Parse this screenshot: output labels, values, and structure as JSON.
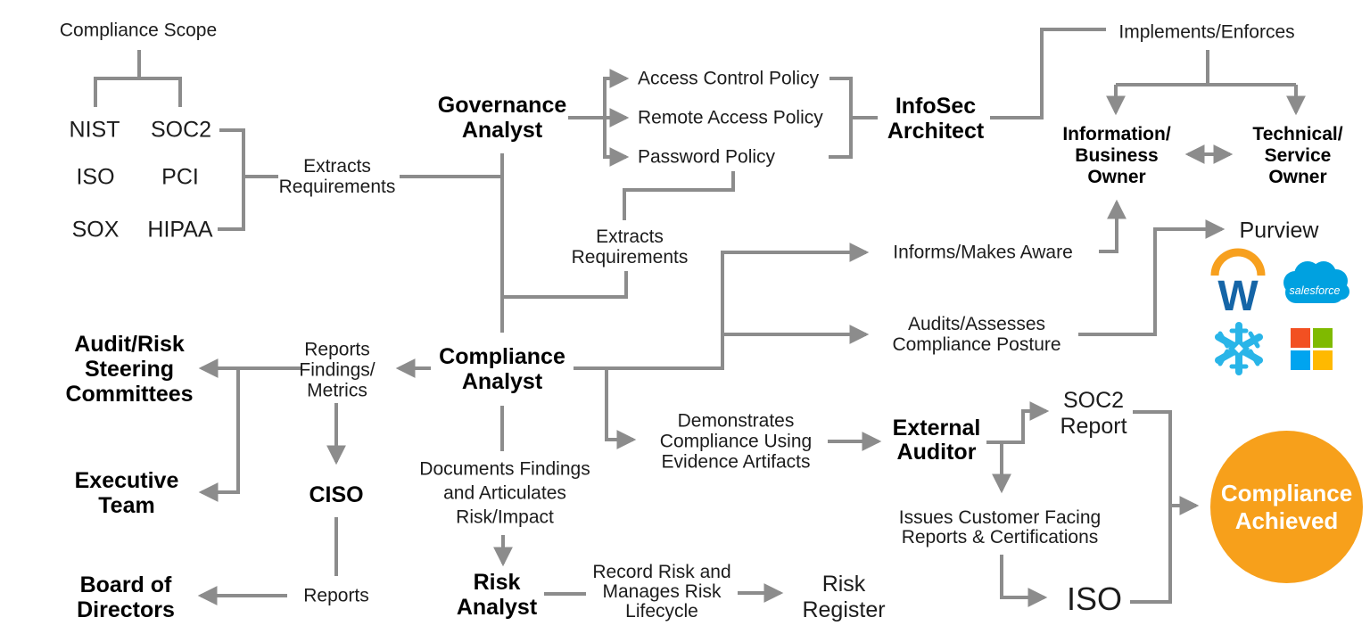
{
  "colors": {
    "line": "#8C8C8C",
    "text": "#1C1C1C",
    "accent_orange": "#F7A01B",
    "badge_text": "#FFFFFF",
    "workday_orange": "#F7A01E",
    "workday_blue": "#1565A7",
    "salesforce_blue": "#00A1E0",
    "snowflake_blue": "#29B5E8",
    "ms_red": "#F25022",
    "ms_green": "#7FBA00",
    "ms_blue": "#00A4EF",
    "ms_yellow": "#FFB900"
  },
  "labels": {
    "compliance_scope": "Compliance Scope",
    "nist": "NIST",
    "soc2": "SOC2",
    "iso": "ISO",
    "pci": "PCI",
    "sox": "SOX",
    "hipaa": "HIPAA",
    "extracts_requirements_1": "Extracts\nRequirements",
    "governance_analyst": "Governance\nAnalyst",
    "access_control_policy": "Access Control Policy",
    "remote_access_policy": "Remote Access Policy",
    "password_policy": "Password Policy",
    "extracts_requirements_2": "Extracts\nRequirements",
    "infosec_architect": "InfoSec\nArchitect",
    "implements_enforces": "Implements/Enforces",
    "information_business_owner": "Information/\nBusiness\nOwner",
    "technical_service_owner": "Technical/\nService\nOwner",
    "informs_makes_aware": "Informs/Makes Aware",
    "audits_assesses": "Audits/Assesses\nCompliance Posture",
    "purview": "Purview",
    "reports_findings_metrics": "Reports\nFindings/\nMetrics",
    "audit_risk_steering_committees": "Audit/Risk\nSteering\nCommittees",
    "executive_team": "Executive\nTeam",
    "ciso": "CISO",
    "reports": "Reports",
    "board_of_directors": "Board of\nDirectors",
    "compliance_analyst": "Compliance\nAnalyst",
    "documents_findings": "Documents Findings\nand Articulates\nRisk/Impact",
    "demonstrates_compliance": "Demonstrates\nCompliance Using\nEvidence Artifacts",
    "external_auditor": "External\nAuditor",
    "soc2_report": "SOC2\nReport",
    "issues_customer_facing": "Issues Customer Facing\nReports & Certifications",
    "iso_certification": "ISO",
    "risk_analyst": "Risk\nAnalyst",
    "record_risk_lifecycle": "Record Risk and\nManages Risk\nLifecycle",
    "risk_register": "Risk\nRegister",
    "compliance_achieved": "Compliance\nAchieved",
    "workday_w": "W",
    "salesforce": "salesforce"
  }
}
